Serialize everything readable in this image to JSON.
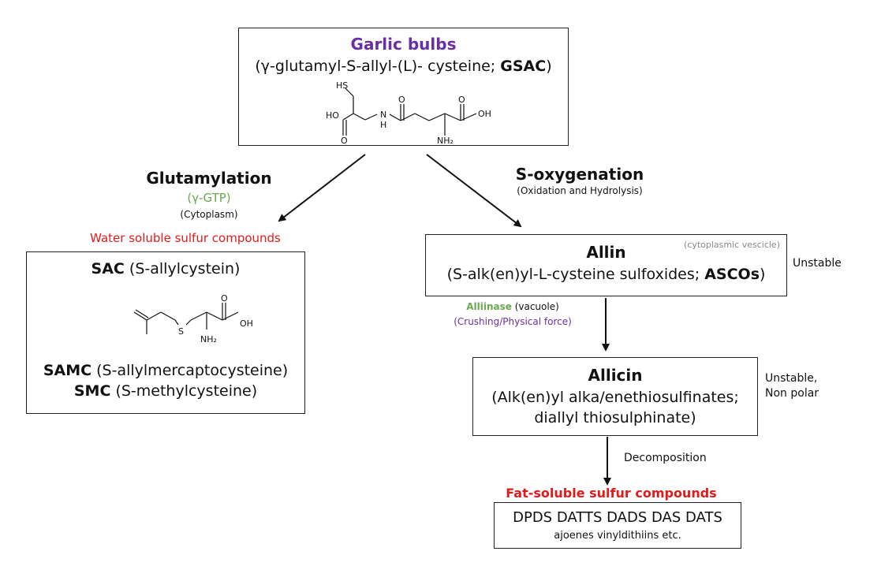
{
  "colors": {
    "purple": "#6b2fa3",
    "green": "#6aa84f",
    "red": "#e31a1a",
    "gray": "#888888",
    "text": "#111111",
    "stroke": "#222222"
  },
  "garlic": {
    "title": "Garlic bulbs",
    "subtitle_pre": "(γ-glutamyl-S-allyl-(L)- cysteine; ",
    "subtitle_bold": "GSAC",
    "subtitle_post": ")",
    "mol_labels": {
      "hs": "HS",
      "ho": "HO",
      "o1": "O",
      "nh": "N",
      "h": "H",
      "o2": "O",
      "o3": "O",
      "oh": "OH",
      "nh2": "NH₂"
    }
  },
  "left_branch": {
    "title": "Glutamylation",
    "enzyme": "(γ-GTP)",
    "location": "(Cytoplasm)",
    "category": "Water soluble sulfur compounds"
  },
  "sac_box": {
    "sac_bold": "SAC",
    "sac_rest": " (S-allylcystein)",
    "mol_labels": {
      "s": "S",
      "o": "O",
      "oh": "OH",
      "nh2": "NH₂"
    },
    "samc_bold": "SAMC",
    "samc_rest": " (S-allylmercaptocysteine)",
    "smc_bold": "SMC",
    "smc_rest": " (S-methylcysteine)"
  },
  "right_branch": {
    "title": "S-oxygenation",
    "subtitle": "(Oxidation and Hydrolysis)"
  },
  "allin": {
    "location": "(cytoplasmic vescicle)",
    "title": "Allin",
    "subtitle_pre": "(S-alk(en)yl-L-cysteine sulfoxides; ",
    "subtitle_bold": "ASCOs",
    "subtitle_post": ")",
    "note": "Unstable"
  },
  "alliinase": {
    "enzyme": "Alliinase",
    "location": " (vacuole)",
    "condition": "(Crushing/Physical force)"
  },
  "allicin": {
    "title": "Allicin",
    "line1": "(Alk(en)yl alka/enethiosulfinates;",
    "line2": "diallyl thiosulphinate)",
    "note1": "Unstable,",
    "note2": "Non polar"
  },
  "decomposition": {
    "label": "Decomposition"
  },
  "fat": {
    "category": "Fat-soluble sulfur compounds",
    "line1": "DPDS DATTS DADS DAS DATS",
    "line2": "ajoenes vinyldithiins etc."
  }
}
